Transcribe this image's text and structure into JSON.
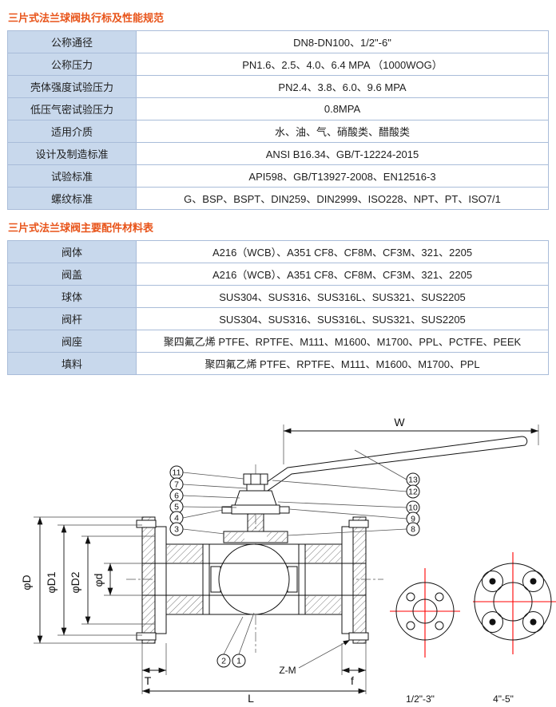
{
  "colors": {
    "title": "#e8541a",
    "header_cell_bg": "#c8d8ec",
    "table_border": "#a9bcd9",
    "crosshair_red": "#ff0000"
  },
  "titles": {
    "performance": "三片式法兰球阀执行标及性能规范",
    "materials": "三片式法兰球阀主要配件材料表"
  },
  "performance_table": {
    "rows": [
      {
        "label": "公称通径",
        "value": "DN8-DN100、1/2\"-6\""
      },
      {
        "label": "公称压力",
        "value": "PN1.6、2.5、4.0、6.4 MPA （1000WOG）"
      },
      {
        "label": "壳体强度试验压力",
        "value": "PN2.4、3.8、6.0、9.6 MPA"
      },
      {
        "label": "低压气密试验压力",
        "value": "0.8MPA"
      },
      {
        "label": "适用介质",
        "value": "水、油、气、硝酸类、醋酸类"
      },
      {
        "label": "设计及制造标准",
        "value": "ANSI B16.34、GB/T-12224-2015"
      },
      {
        "label": "试验标准",
        "value": "API598、GB/T13927-2008、EN12516-3"
      },
      {
        "label": "螺纹标准",
        "value": "G、BSP、BSPT、DIN259、DIN2999、ISO228、NPT、PT、ISO7/1"
      }
    ]
  },
  "materials_table": {
    "rows": [
      {
        "label": "阀体",
        "value": "A216（WCB）、A351 CF8、CF8M、CF3M、321、2205"
      },
      {
        "label": "阀盖",
        "value": "A216（WCB）、A351 CF8、CF8M、CF3M、321、2205"
      },
      {
        "label": "球体",
        "value": "SUS304、SUS316、SUS316L、SUS321、SUS2205"
      },
      {
        "label": "阀杆",
        "value": "SUS304、SUS316、SUS316L、SUS321、SUS2205"
      },
      {
        "label": "阀座",
        "value": "聚四氟乙烯 PTFE、RPTFE、M111、M1600、M1700、PPL、PCTFE、PEEK"
      },
      {
        "label": "填料",
        "value": "聚四氟乙烯 PTFE、RPTFE、M111、M1600、M1700、PPL"
      }
    ]
  },
  "drawing": {
    "dims": {
      "w": "W",
      "d": "φD",
      "d1": "φD1",
      "d2": "φD2",
      "bore": "φd",
      "t": "T",
      "l": "L",
      "f": "f",
      "zm": "Z-M"
    },
    "callouts_left": [
      "11",
      "7",
      "6",
      "5",
      "4",
      "3"
    ],
    "callouts_right": [
      "13",
      "12",
      "10",
      "9",
      "8"
    ],
    "callouts_bottom": [
      "2",
      "1"
    ],
    "flange_view_small_label": "1/2\"-3\"",
    "flange_view_large_label": "4\"-5\""
  }
}
